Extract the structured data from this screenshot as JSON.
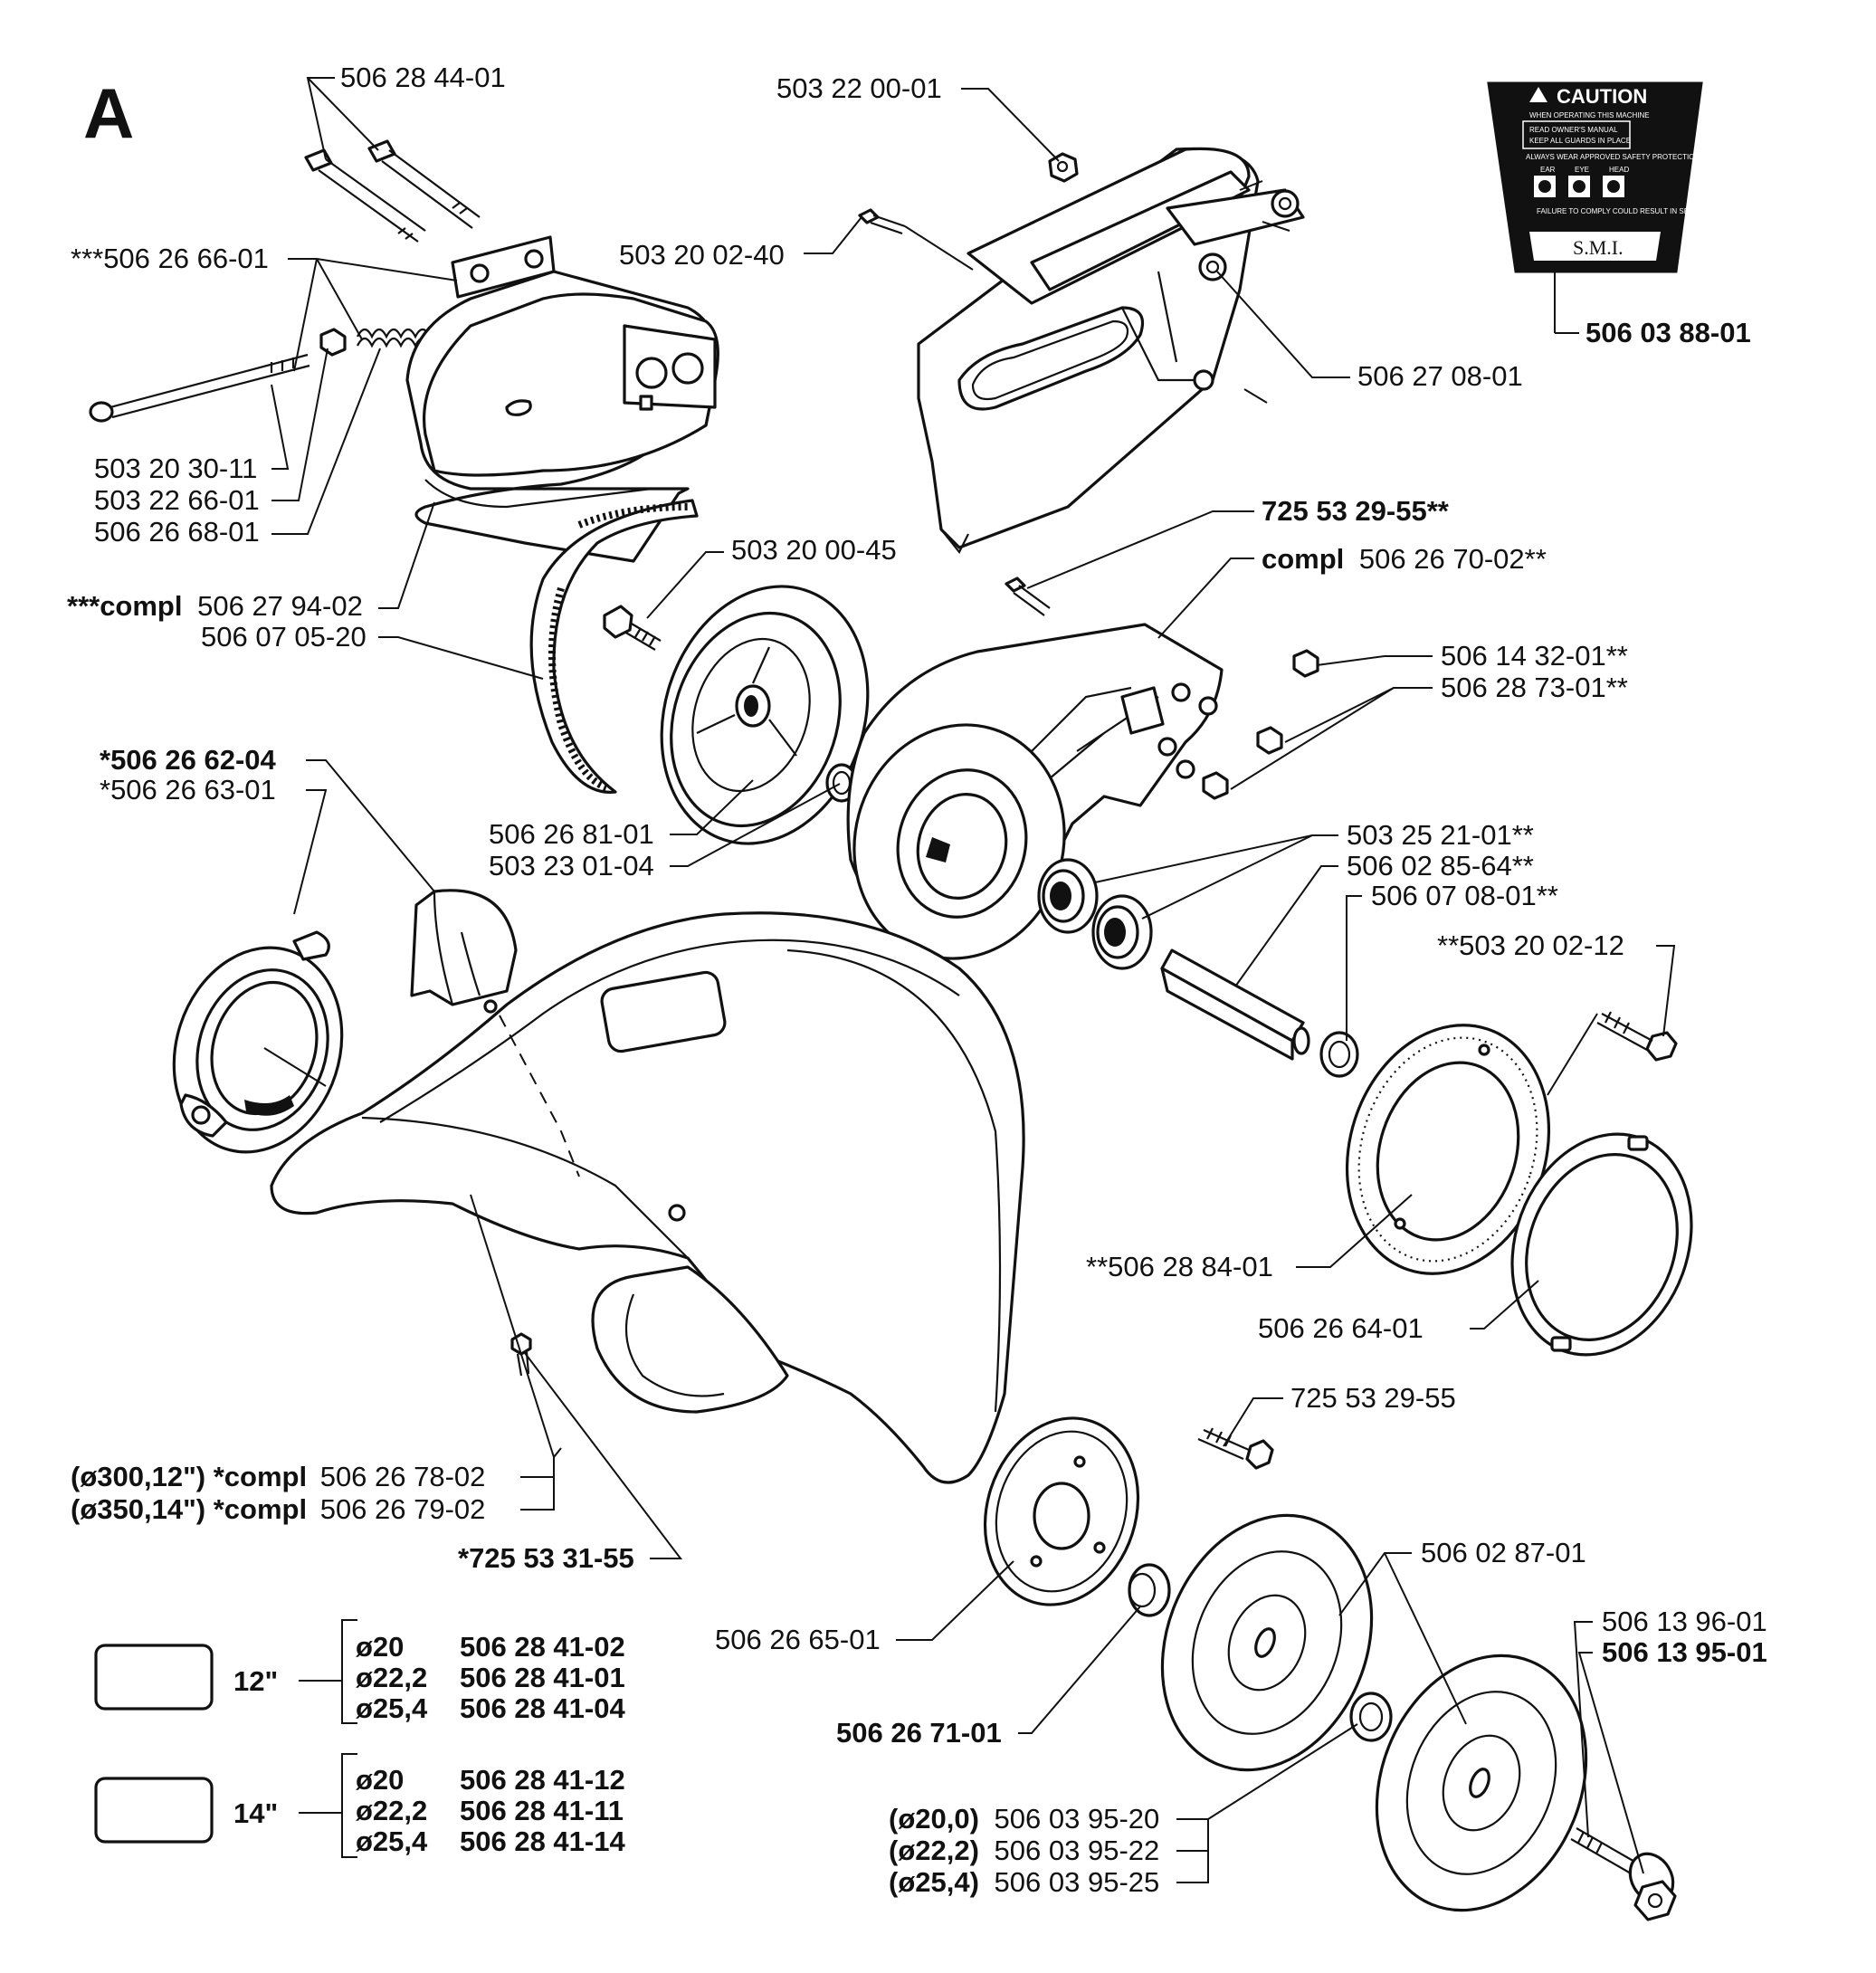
{
  "section_letter": "A",
  "caution_label": {
    "title": "CAUTION",
    "line1": "WHEN OPERATING THIS MACHINE",
    "read": "READ OWNER'S MANUAL",
    "keep": "KEEP ALL GUARDS IN PLACE",
    "wear": "ALWAYS WEAR APPROVED SAFETY PROTECTION FOR",
    "ear": "EAR",
    "eye": "EYE",
    "head": "HEAD",
    "fail": "FAILURE TO COMPLY COULD RESULT IN SERIOUS BODILY INJURY",
    "brand": "S.M.I."
  },
  "labels": {
    "p506284401": "506 28 44-01",
    "p506266601": "***506 26 66-01",
    "p503203011": "503 20 30-11",
    "p503226601": "503 22 66-01",
    "p506266801": "506 26 68-01",
    "compl_guard_prefix": "***compl",
    "compl_guard_num": "506 27 94-02",
    "p506070520": "506 07 05-20",
    "p503200045": "503 20 00-45",
    "p506262604": "*506 26 62-04",
    "p506266301": "*506 26 63-01",
    "p506268101": "506 26 81-01",
    "p503230104": "503 23 01-04",
    "p503220001": "503 22 00-01",
    "p503200240": "503 20 02-40",
    "p506038801": "506 03 88-01",
    "p506270801": "506 27 08-01",
    "p725532955a": "725 53 29-55**",
    "compl_arm_prefix": "compl",
    "compl_arm_num": "506 26 70-02**",
    "p506143201": "506 14 32-01**",
    "p506287301": "506 28 73-01**",
    "p503252101": "503 25 21-01**",
    "p506028564": "506 02 85-64**",
    "p506070801": "506 07 08-01**",
    "p503200212": "**503 20 02-12",
    "p506288401": "**506 28 84-01",
    "p506266401": "506 26 64-01",
    "p725532955b": "725 53 29-55",
    "g300_prefix": "(ø300,12\") *compl",
    "g300_num": "506 26 78-02",
    "g350_prefix": "(ø350,14\") *compl",
    "g350_num": "506 26 79-02",
    "p725533155": "*725 53 31-55",
    "p506028701": "506 02 87-01",
    "p506266501": "506 26 65-01",
    "p506267101": "506 26 71-01",
    "p506139601": "506 13 96-01",
    "p506139501": "506 13 95-01",
    "d200_prefix": "(ø20,0)",
    "d200_num": "506 03 95-20",
    "d222_prefix": "(ø22,2)",
    "d222_num": "506 03 95-22",
    "d254_prefix": "(ø25,4)",
    "d254_num": "506 03 95-25"
  },
  "bushings": [
    {
      "size": "12\"",
      "rows": [
        {
          "dia": "ø20",
          "part": "506 28 41-02"
        },
        {
          "dia": "ø22,2",
          "part": "506 28 41-01"
        },
        {
          "dia": "ø25,4",
          "part": "506 28 41-04"
        }
      ]
    },
    {
      "size": "14\"",
      "rows": [
        {
          "dia": "ø20",
          "part": "506 28 41-12"
        },
        {
          "dia": "ø22,2",
          "part": "506 28 41-11"
        },
        {
          "dia": "ø25,4",
          "part": "506 28 41-14"
        }
      ]
    }
  ]
}
